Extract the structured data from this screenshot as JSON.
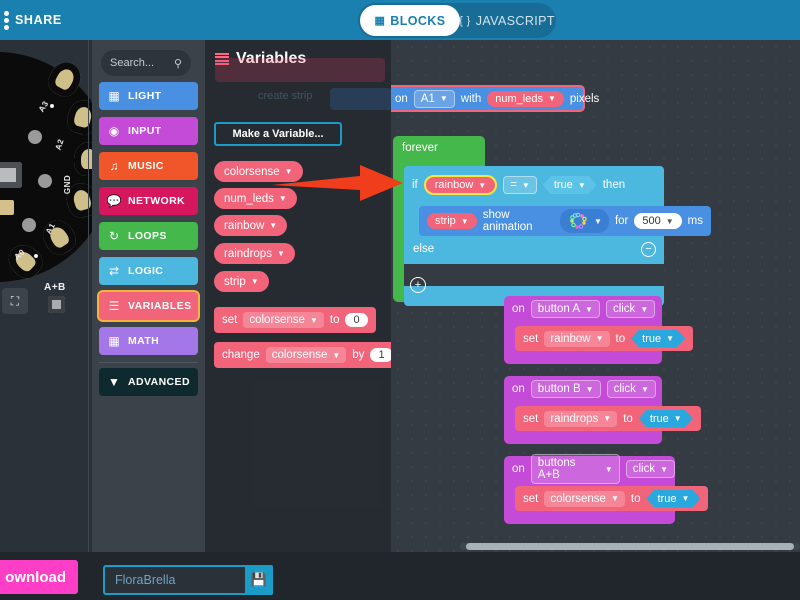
{
  "header": {
    "share_label": "SHARE",
    "share_icon": "share-dots-icon",
    "toggle": {
      "blocks_label": "BLOCKS",
      "blocks_icon": "puzzle-icon",
      "javascript_label": "JAVASCRIPT",
      "javascript_icon": "braces-icon"
    },
    "bg_color": "#1a80b0"
  },
  "simulator": {
    "board_name": "circuit-playground-express",
    "pad_labels": [
      "A3",
      "A2",
      "GND",
      "A1",
      "A0"
    ],
    "ab_label": "A+B",
    "zoom_icon": "expand-icon"
  },
  "toolbox": {
    "search_placeholder": "Search...",
    "search_icon": "magnifier-icon",
    "categories": [
      {
        "label": "LIGHT",
        "color": "#4a90e2",
        "icon": "grid-icon",
        "selected": false
      },
      {
        "label": "INPUT",
        "color": "#c44bd8",
        "icon": "target-icon",
        "selected": false
      },
      {
        "label": "MUSIC",
        "color": "#f1552a",
        "icon": "headphone-icon",
        "selected": false
      },
      {
        "label": "NETWORK",
        "color": "#d6175e",
        "icon": "chat-icon",
        "selected": false
      },
      {
        "label": "LOOPS",
        "color": "#45b84c",
        "icon": "refresh-icon",
        "selected": false
      },
      {
        "label": "LOGIC",
        "color": "#4cb8e0",
        "icon": "shuffle-icon",
        "selected": false
      },
      {
        "label": "VARIABLES",
        "color": "#f2647a",
        "icon": "lines-icon",
        "selected": true
      },
      {
        "label": "MATH",
        "color": "#a377e8",
        "icon": "calculator-icon",
        "selected": false
      }
    ],
    "advanced": {
      "label": "ADVANCED",
      "color": "#0f2a2e",
      "icon": "chevron-down-icon"
    }
  },
  "flyout": {
    "title": "Variables",
    "title_icon": "lines-icon",
    "make_variable_label": "Make a Variable...",
    "variables": [
      "colorsense",
      "num_leds",
      "rainbow",
      "raindrops",
      "strip"
    ],
    "set_block": {
      "verb": "set",
      "variable": "colorsense",
      "connector": "to",
      "value": "0"
    },
    "change_block": {
      "verb": "change",
      "variable": "colorsense",
      "connector": "by",
      "value": "1"
    },
    "ghost_text_1": "create strip"
  },
  "annotation": {
    "arrow_color": "#f03d1c",
    "points_to": "rainbow"
  },
  "workspace": {
    "strip_block": {
      "on_label": "on",
      "pin": "A1",
      "with_label": "with",
      "count_var": "num_leds",
      "pixels_label": "pixels",
      "color": "#4a90e2"
    },
    "forever_block": {
      "label": "forever",
      "color": "#45b84c"
    },
    "if_block": {
      "if_label": "if",
      "condition_var": "rainbow",
      "operator": "=",
      "operand": "true",
      "then_label": "then",
      "else_label": "else",
      "collapse_icon": "minus-circle-icon",
      "expand_icon": "plus-circle-icon",
      "color": "#4cb8e0"
    },
    "animation_block": {
      "target": "strip",
      "action": "show animation",
      "animation_icon": "rainbow-ring-icon",
      "for_label": "for",
      "duration": "500",
      "unit": "ms",
      "color": "#4a90e2"
    },
    "event_blocks": [
      {
        "on_label": "on",
        "source": "button A",
        "event": "click",
        "body": {
          "verb": "set",
          "variable": "rainbow",
          "connector": "to",
          "value": "true"
        }
      },
      {
        "on_label": "on",
        "source": "button B",
        "event": "click",
        "body": {
          "verb": "set",
          "variable": "raindrops",
          "connector": "to",
          "value": "true"
        }
      },
      {
        "on_label": "on",
        "source": "buttons A+B",
        "event": "click",
        "body": {
          "verb": "set",
          "variable": "colorsense",
          "connector": "to",
          "value": "true"
        }
      }
    ],
    "event_color": "#c44bd8"
  },
  "footer": {
    "download_label": "ownload",
    "filename": "FloraBrella",
    "save_icon": "floppy-disk-icon",
    "download_color": "#ff3ec8"
  }
}
